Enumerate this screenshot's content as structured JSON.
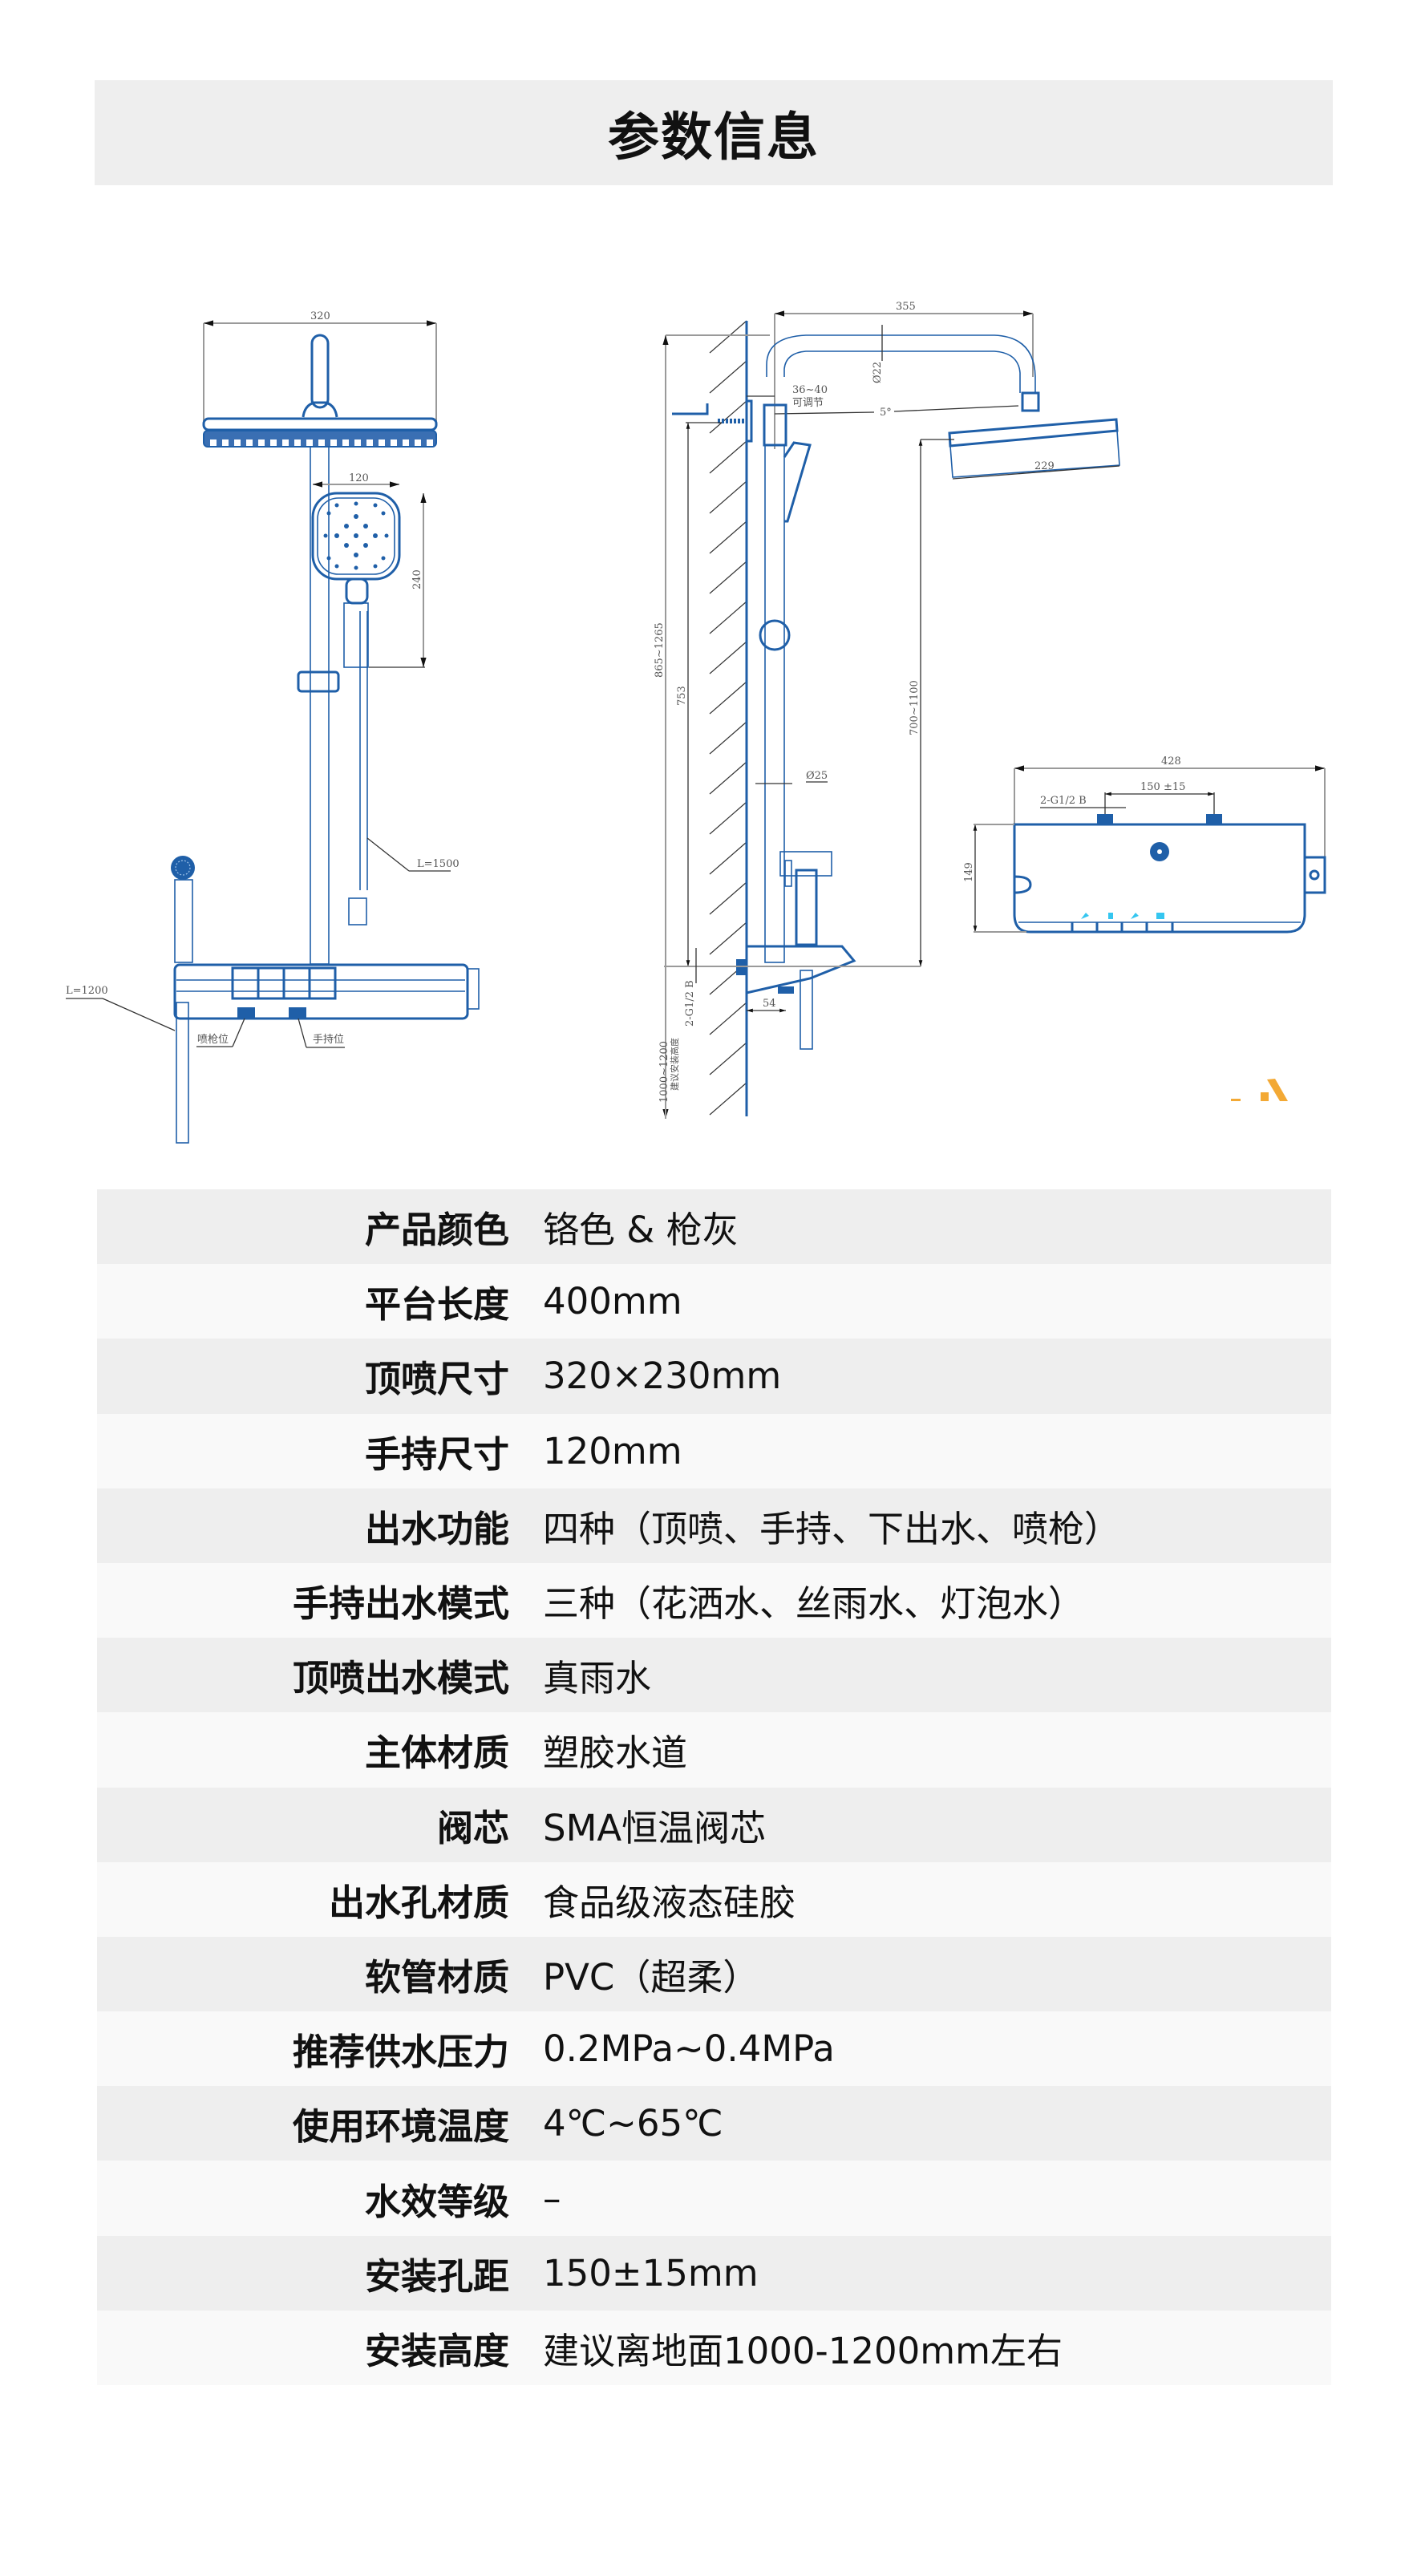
{
  "header": {
    "title": "参数信息"
  },
  "drawing": {
    "front": {
      "width_head": "320",
      "width_hand": "120",
      "height_hand": "240",
      "hose_long": "L=1500",
      "hose_short": "L=1200",
      "gun_position": "喷枪位",
      "hand_position": "手持位"
    },
    "side": {
      "arm_reach": "355",
      "pipe_dia": "Ø22",
      "wall_gap": "36~40",
      "wall_gap_note": "可调节",
      "tilt": "5°",
      "head_depth": "229",
      "total_height": "865~1265",
      "height_753": "753",
      "height_head": "700~1100",
      "riser_dia": "Ø25",
      "inlet": "2-G1/2 B",
      "offset": "54",
      "install_height": "1000~1200",
      "install_note": "建议安装高度"
    },
    "top": {
      "width": "428",
      "inlet_spacing": "150 ±15",
      "inlet": "2-G1/2 B",
      "depth": "149"
    }
  },
  "specs": [
    {
      "label": "产品颜色",
      "value": "铬色 & 枪灰"
    },
    {
      "label": "平台长度",
      "value": "400mm"
    },
    {
      "label": "顶喷尺寸",
      "value": "320×230mm"
    },
    {
      "label": "手持尺寸",
      "value": "120mm"
    },
    {
      "label": "出水功能",
      "value": "四种（顶喷、手持、下出水、喷枪）"
    },
    {
      "label": "手持出水模式",
      "value": "三种（花洒水、丝雨水、灯泡水）"
    },
    {
      "label": "顶喷出水模式",
      "value": "真雨水"
    },
    {
      "label": "主体材质",
      "value": "塑胶水道"
    },
    {
      "label": "阀芯",
      "value": "SMA恒温阀芯"
    },
    {
      "label": "出水孔材质",
      "value": "食品级液态硅胶"
    },
    {
      "label": "软管材质",
      "value": "PVC（超柔）"
    },
    {
      "label": "推荐供水压力",
      "value": "0.2MPa~0.4MPa"
    },
    {
      "label": "使用环境温度",
      "value": "4℃~65℃"
    },
    {
      "label": "水效等级",
      "value": "–"
    },
    {
      "label": "安装孔距",
      "value": "150±15mm"
    },
    {
      "label": "安装高度",
      "value": "建议离地面1000-1200mm左右"
    }
  ],
  "colors": {
    "line": "#1f5fa8",
    "accent_icons": "#35c6f0",
    "header_bg": "#eeeeee"
  }
}
